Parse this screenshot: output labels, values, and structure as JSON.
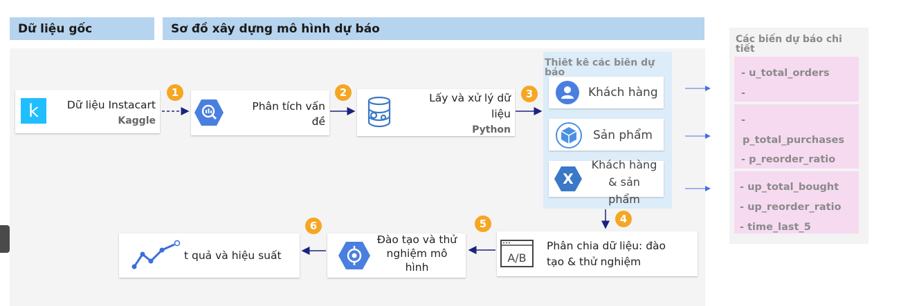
{
  "headers": {
    "source": "Dữ liệu gốc",
    "pipeline": "Sơ đồ xây dựng mô hình dự báo"
  },
  "steps": {
    "source": {
      "label": "Dữ liệu Instacart",
      "sub": "Kaggle",
      "icon": "kaggle-icon",
      "badge": "1"
    },
    "analysis": {
      "line1": "Phân tích vấn",
      "line2": "đề",
      "icon": "bigquery-icon",
      "badge": "2"
    },
    "processing": {
      "line1": "Lấy và xử lý dữ",
      "line2": "liệu",
      "sub": "Python",
      "icon": "database-gear-icon",
      "badge": "3"
    },
    "split": {
      "line1": "Phân chia dữ liệu: đào",
      "line2": "tạo & thử nghiệm",
      "icon": "ab-test-icon",
      "badge": "4"
    },
    "training": {
      "line1": "Đào tạo và thử",
      "line2": "nghiệm mô",
      "line3": "hình",
      "icon": "ml-engine-icon",
      "badge": "5"
    },
    "results": {
      "label": "t quả và hiệu suất",
      "icon": "line-chart-icon",
      "badge": "6"
    }
  },
  "feature_design": {
    "title_line1": "Thiết kế các biến dự",
    "title_line2": "báo",
    "customer": {
      "label": "Khách hàng",
      "icon": "user-icon"
    },
    "product": {
      "label": "Sản phẩm",
      "icon": "cube-icon"
    },
    "customer_product": {
      "line1": "Khách hàng",
      "line2": "& sản",
      "line3": "phẩm",
      "icon": "x-icon"
    }
  },
  "variables": {
    "title_line1": "Các biến dự báo chi",
    "title_line2": "tiết",
    "group1": [
      "- u_total_orders",
      "-"
    ],
    "group2": [
      "-",
      "p_total_purchases",
      "- p_reorder_ratio"
    ],
    "group3": [
      "- up_total_bought",
      "- up_reorder_ratio",
      "- time_last_5"
    ]
  },
  "colors": {
    "header_bg": "#b6d4ee",
    "badge": "#f5a623",
    "arrow": "#1a237e",
    "feature_bg": "#dcecf9",
    "var_bg": "#f6daf0",
    "icon_blue": "#4a7fe0"
  }
}
